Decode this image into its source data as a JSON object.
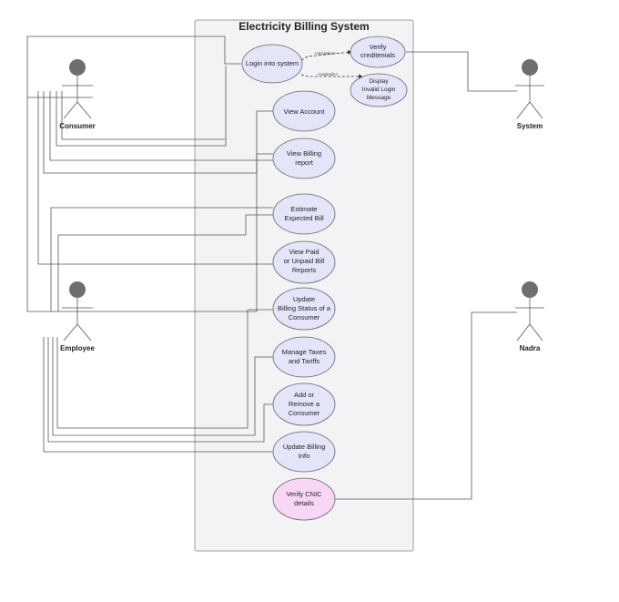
{
  "system": {
    "title": "Electricity Billing System"
  },
  "actors": [
    {
      "id": "consumer",
      "name": "Consumer"
    },
    {
      "id": "system",
      "name": "System"
    },
    {
      "id": "employee",
      "name": "Employee"
    },
    {
      "id": "nadra",
      "name": "Nadra"
    }
  ],
  "use_cases": [
    {
      "id": "login",
      "lines": [
        "Login into system"
      ]
    },
    {
      "id": "verify",
      "lines": [
        "Verify",
        "creditenials"
      ]
    },
    {
      "id": "invalid",
      "lines": [
        "Display",
        "Invalid Login",
        "Message"
      ]
    },
    {
      "id": "view_account",
      "lines": [
        "View Account"
      ]
    },
    {
      "id": "view_billing",
      "lines": [
        "View Billing",
        "report"
      ]
    },
    {
      "id": "estimate",
      "lines": [
        "Estimate",
        "Expected Bill"
      ]
    },
    {
      "id": "view_paid",
      "lines": [
        "View Paid",
        "or Unpaid Bill",
        "Reports"
      ]
    },
    {
      "id": "update_status",
      "lines": [
        "Update",
        "Billing Status of a",
        "Consumer"
      ]
    },
    {
      "id": "manage_taxes",
      "lines": [
        "Manage Taxes",
        "and Tariffs"
      ]
    },
    {
      "id": "add_remove",
      "lines": [
        "Add or",
        "Remove a",
        "Consumer"
      ]
    },
    {
      "id": "update_billing",
      "lines": [
        "Update Billing",
        "Info"
      ]
    },
    {
      "id": "verify_cnic",
      "lines": [
        "Verify CNIC",
        "details"
      ]
    }
  ],
  "relations": {
    "include": "<<include>>",
    "extend": "<<extend>>"
  },
  "colors": {
    "usecase_fill": "#e5e5fa",
    "highlight_fill": "#f7d6f6",
    "boundary_fill": "#f3f3f5",
    "actor_head": "#6f6f72"
  }
}
